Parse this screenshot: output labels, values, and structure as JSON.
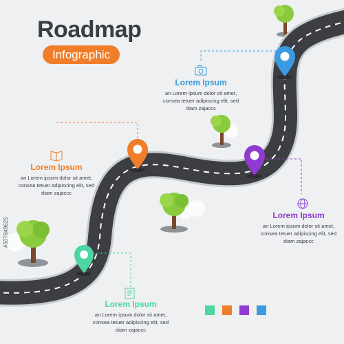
{
  "header": {
    "title": "Roadmap",
    "subtitle": "Infographic"
  },
  "colors": {
    "accent_orange": "#f07d29",
    "green": "#4cd6a2",
    "blue": "#3b9be0",
    "purple": "#8f3ad1",
    "road": "#3c3e43",
    "title": "#3a3d42"
  },
  "steps": [
    {
      "id": "step-green",
      "color": "#4cd6a2",
      "heading": "Lorem Ipsum",
      "lines": [
        "an Lorem ipsum dolor sit amet,",
        "consea tetuer adipiscing elit, sed",
        "diam zajaccc"
      ],
      "icon": "document-icon"
    },
    {
      "id": "step-orange",
      "color": "#f07d29",
      "heading": "Lorem Ipsum",
      "lines": [
        "an Lorem ipsum dolor sit amet,",
        "consea tetuer adipiscing elit, sed",
        "diam zajaccc"
      ],
      "icon": "book-icon"
    },
    {
      "id": "step-purple",
      "color": "#8f3ad1",
      "heading": "Lorem Ipsum",
      "lines": [
        "an Lorem ipsum dolor sit amet,",
        "consea tetuer adipiscing elit, sed",
        "diam zajaccc"
      ],
      "icon": "globe-icon"
    },
    {
      "id": "step-blue",
      "color": "#3b9be0",
      "heading": "Lorem Ipsum",
      "lines": [
        "an Lorem ipsum dolor sit amet,",
        "consea tetuer adipiscing elit, sed",
        "diam zajaccc"
      ],
      "icon": "camera-icon"
    }
  ],
  "legend_swatches": [
    "#4cd6a2",
    "#f07d29",
    "#8f3ad1",
    "#3b9be0"
  ],
  "watermark": "#507849625"
}
